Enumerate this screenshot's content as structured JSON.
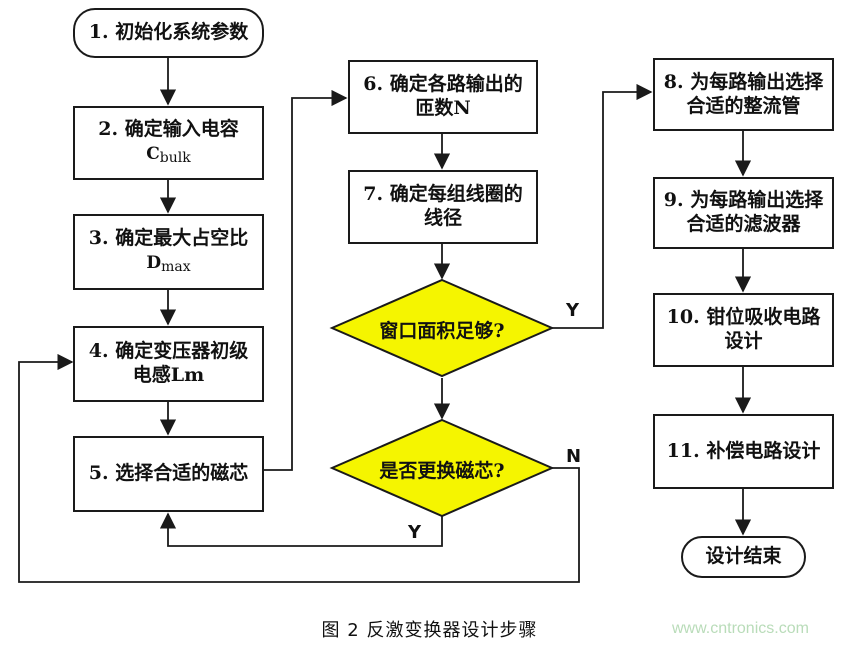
{
  "colors": {
    "decision_fill": "#f5f500",
    "line": "#1a1a1a"
  },
  "nodes": {
    "n1": {
      "text": "1. 初始化系统参数"
    },
    "n2": {
      "line1": "2. 确定输入电容",
      "line2_main": "C",
      "line2_sub": "bulk"
    },
    "n3": {
      "line1": "3. 确定最大占空比",
      "line2_main": "D",
      "line2_sub": "max"
    },
    "n4": {
      "line1": "4. 确定变压器初级",
      "line2": "电感Lm"
    },
    "n5": {
      "text": "5. 选择合适的磁芯"
    },
    "n6": {
      "line1": "6. 确定各路输出的",
      "line2": "匝数N"
    },
    "n7": {
      "line1": "7. 确定每组线圈的",
      "line2": "线径"
    },
    "d1": {
      "text": "窗口面积足够?"
    },
    "d2": {
      "text": "是否更换磁芯?"
    },
    "n8": {
      "line1": "8. 为每路输出选择",
      "line2": "合适的整流管"
    },
    "n9": {
      "line1": "9. 为每路输出选择",
      "line2": "合适的滤波器"
    },
    "n10": {
      "line1": "10. 钳位吸收电路",
      "line2": "设计"
    },
    "n11": {
      "text": "11. 补偿电路设计"
    },
    "end": {
      "text": "设计结束"
    }
  },
  "flow_labels": {
    "d1_yes": "Y",
    "d2_yes": "Y",
    "d2_no": "N"
  },
  "caption": "图 2  反激变换器设计步骤",
  "watermark": "www.cntronics.com"
}
